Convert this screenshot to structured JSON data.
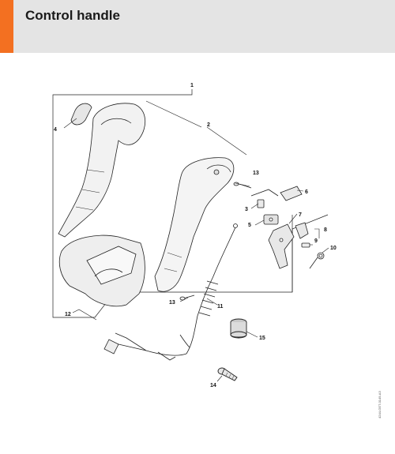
{
  "header": {
    "title": "Control handle",
    "accent_color": "#f37021",
    "background": "#e4e4e4"
  },
  "callouts": {
    "c1": "1",
    "c2": "2",
    "c3": "3",
    "c4": "4",
    "c5": "5",
    "c6": "6",
    "c7": "7",
    "c8": "8",
    "c9": "9",
    "c10": "10",
    "c11": "11",
    "c12": "12",
    "c13a": "13",
    "c13b": "13",
    "c14": "14",
    "c15": "15"
  },
  "reference_code": "4244-GET-0149-A3"
}
